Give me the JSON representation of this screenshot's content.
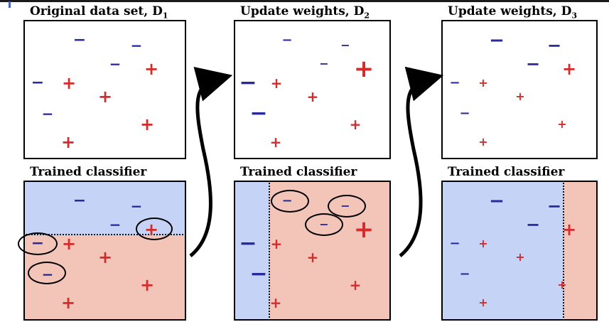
{
  "colors": {
    "plus": "#d42b2b",
    "minus": "#2a2a9c",
    "region_neg": "#c4d3f6",
    "region_pos": "#f3c4b8"
  },
  "stages": [
    {
      "title": "Original data set,",
      "subscript": "1",
      "classifier_label": "Trained classifier"
    },
    {
      "title": "Update weights,",
      "subscript": "2",
      "classifier_label": "Trained classifier"
    },
    {
      "title": "Update weights,",
      "subscript": "3",
      "classifier_label": "Trained classifier"
    }
  ],
  "symbols": {
    "plus": "+",
    "minus": "−"
  }
}
